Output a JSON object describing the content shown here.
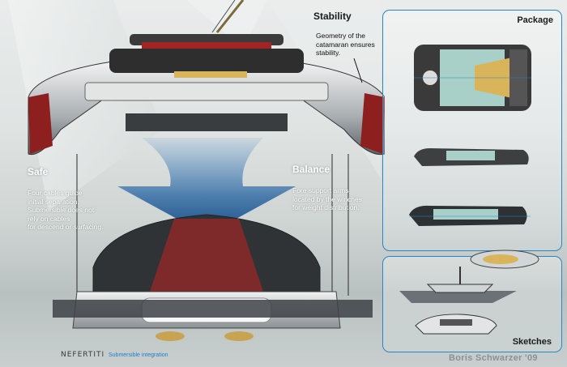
{
  "sections": {
    "stability": {
      "heading": "Stability",
      "lines": [
        "Geometry of the",
        "catamaran ensures",
        "stability."
      ]
    },
    "safe": {
      "heading": "Safe",
      "lines": [
        "Four cables guide",
        "initial separation.",
        "Submersible does not",
        "rely on cables",
        "for descend or surfacing."
      ]
    },
    "balance": {
      "heading": "Balance",
      "lines": [
        "Fore support arms",
        "located by the winches",
        "for weight distribution."
      ]
    }
  },
  "panels": {
    "package_title": "Package",
    "sketches_title": "Sketches"
  },
  "footer": {
    "brand": "NEFERTITI",
    "subtitle": "Submersible integration",
    "credit": "Boris Schwarzer '09"
  },
  "colors": {
    "accent_blue": "#2a86c8",
    "hull_red": "#8e1f1f",
    "arrow_blue": "#1f5e9e",
    "deck_gold": "#d9b45a"
  }
}
